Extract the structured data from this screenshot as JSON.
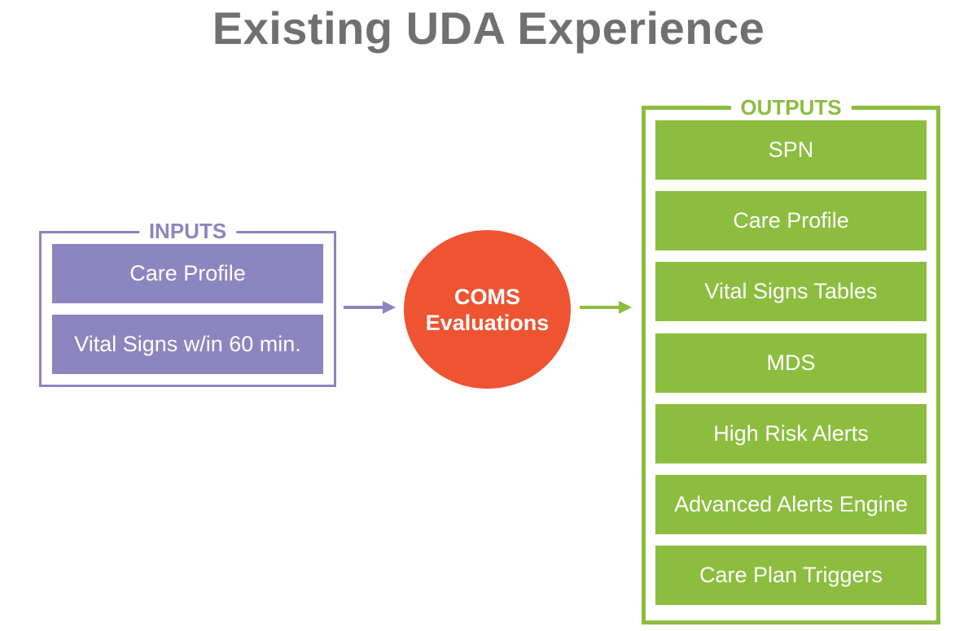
{
  "title": "Existing UDA Experience",
  "inputs": {
    "label": "INPUTS",
    "items": [
      "Care Profile",
      "Vital Signs w/in 60 min."
    ]
  },
  "process": {
    "line1": "COMS",
    "line2": "Evaluations"
  },
  "outputs": {
    "label": "OUTPUTS",
    "items": [
      "SPN",
      "Care Profile",
      "Vital Signs Tables",
      "MDS",
      "High Risk Alerts",
      "Advanced Alerts Engine",
      "Care Plan Triggers"
    ]
  },
  "colors": {
    "title": "#707073",
    "inputs": "#8c85bf",
    "process": "#ee5431",
    "outputs": "#8cbd3f"
  }
}
